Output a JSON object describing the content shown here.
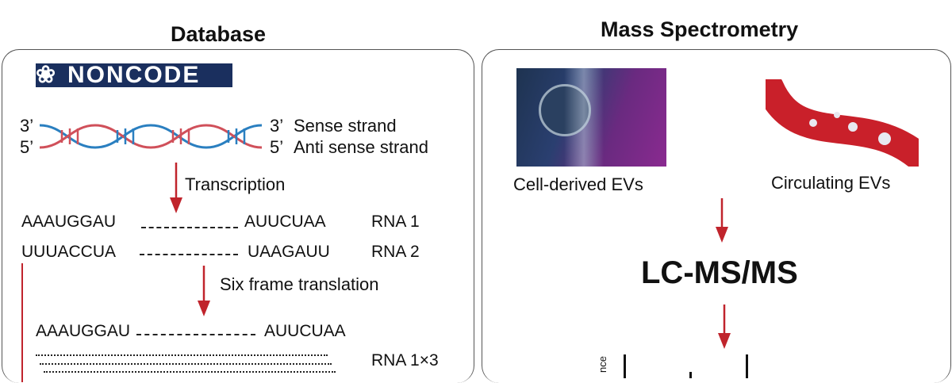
{
  "left": {
    "title": "Database",
    "logo": "NONCODE",
    "prime3": "3’",
    "prime5": "5’",
    "sense": "Sense strand",
    "antisense": "Anti sense strand",
    "transcription": "Transcription",
    "rna1": {
      "start": "AAAUGGAU",
      "end": "AUUCUAA",
      "label": "RNA 1"
    },
    "rna2": {
      "start": "UUUACCUA",
      "end": "UAAGAUU",
      "label": "RNA 2"
    },
    "translation": "Six frame translation",
    "frame": {
      "start": "AAAUGGAU",
      "end": "AUUCUAA",
      "label": "RNA 1×3"
    }
  },
  "right": {
    "title": "Mass Spectrometry",
    "cell_label": "Cell-derived EVs",
    "circ_label": "Circulating EVs",
    "method": "LC-MS/MS",
    "axis_label": "nce"
  },
  "colors": {
    "arrow": "#c0242c",
    "logo": "#1a2f5e",
    "red_strand": "#d0505a",
    "blue_strand": "#2a7fc0"
  }
}
